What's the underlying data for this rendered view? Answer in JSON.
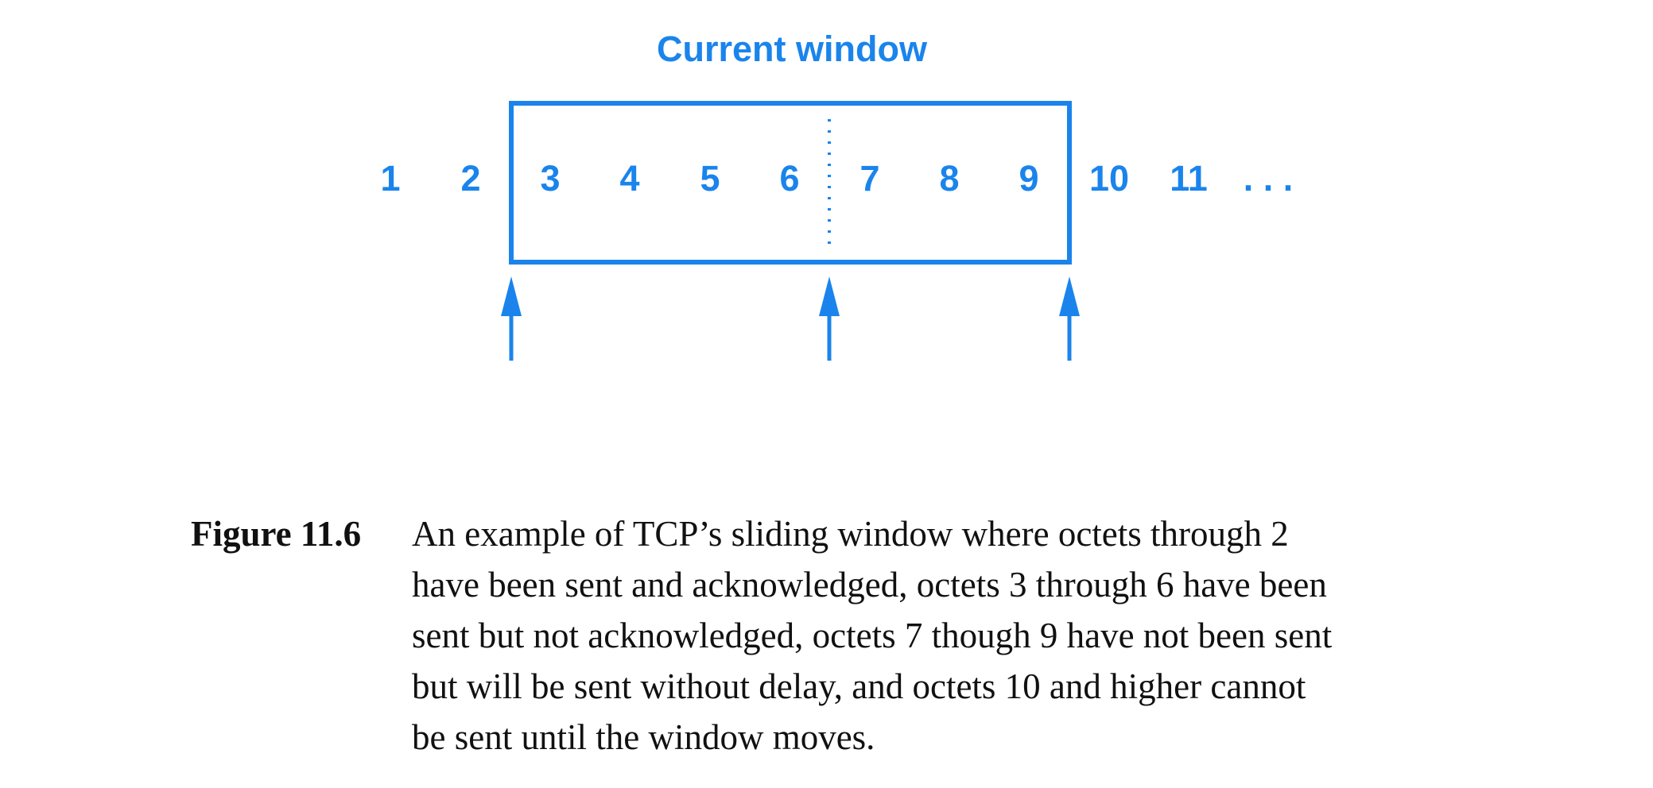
{
  "diagram": {
    "title": "Current window",
    "octets": [
      "1",
      "2",
      "3",
      "4",
      "5",
      "6",
      "7",
      "8",
      "9",
      "10",
      "11",
      ". . ."
    ],
    "accent_color": "#1A84EC"
  },
  "caption": {
    "label": "Figure 11.6",
    "lines": [
      "An example of TCP’s sliding window where octets through 2",
      "have been sent and acknowledged, octets 3 through 6 have been",
      "sent but not acknowledged, octets 7 though 9 have not been sent",
      "but will be sent without delay, and octets 10 and higher cannot",
      "be sent until the window moves."
    ]
  }
}
